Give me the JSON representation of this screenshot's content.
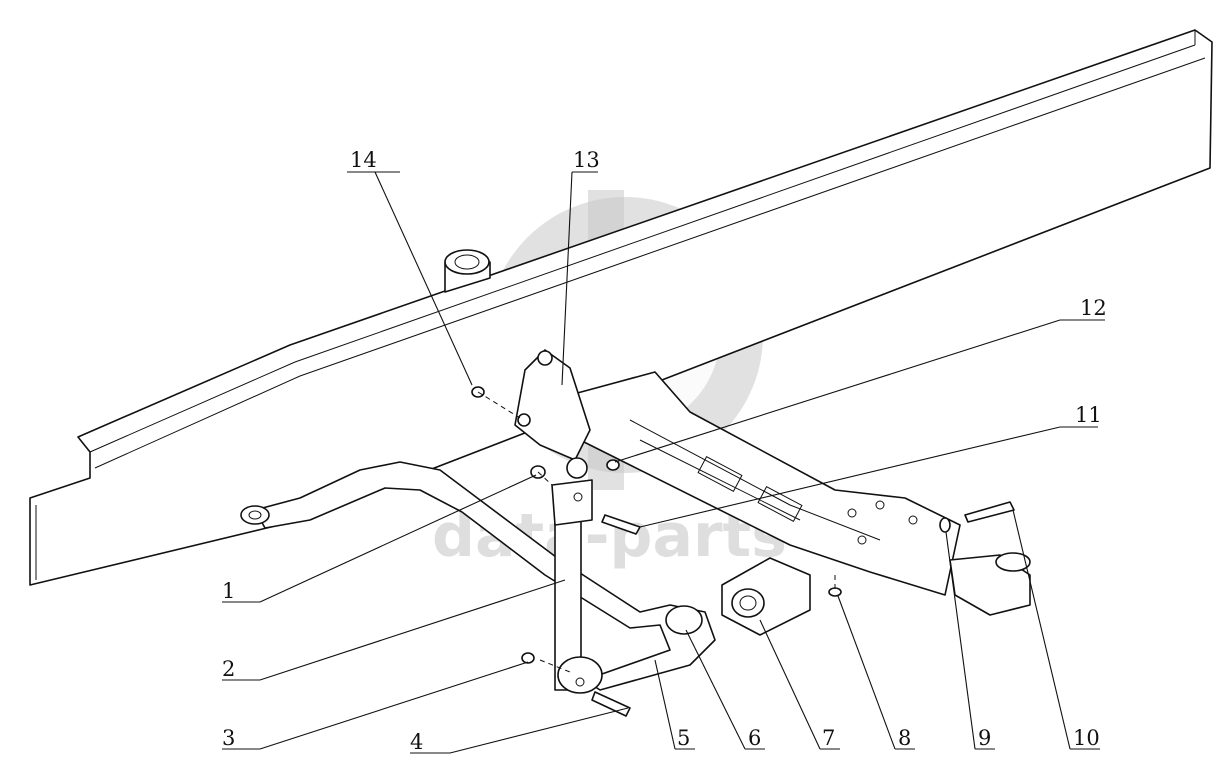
{
  "figure": {
    "watermark_text": "data-parts"
  },
  "callouts": [
    {
      "id": "callout-1",
      "label": "1"
    },
    {
      "id": "callout-2",
      "label": "2"
    },
    {
      "id": "callout-3",
      "label": "3"
    },
    {
      "id": "callout-4",
      "label": "4"
    },
    {
      "id": "callout-5",
      "label": "5"
    },
    {
      "id": "callout-6",
      "label": "6"
    },
    {
      "id": "callout-7",
      "label": "7"
    },
    {
      "id": "callout-8",
      "label": "8"
    },
    {
      "id": "callout-9",
      "label": "9"
    },
    {
      "id": "callout-10",
      "label": "10"
    },
    {
      "id": "callout-11",
      "label": "11"
    },
    {
      "id": "callout-12",
      "label": "12"
    },
    {
      "id": "callout-13",
      "label": "13"
    },
    {
      "id": "callout-14",
      "label": "14"
    }
  ]
}
